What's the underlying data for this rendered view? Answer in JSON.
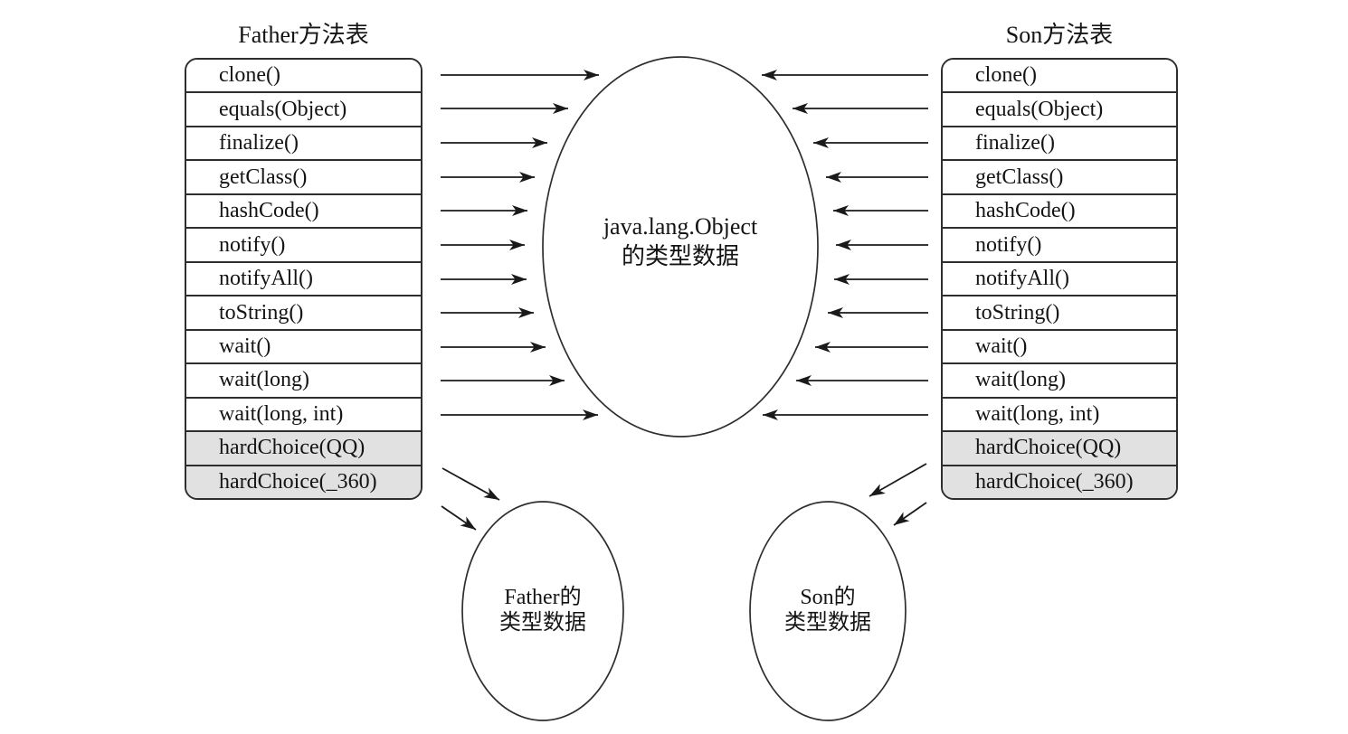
{
  "diagram": {
    "left_table": {
      "title": "Father方法表",
      "rows": [
        "clone()",
        "equals(Object)",
        "finalize()",
        "getClass()",
        "hashCode()",
        "notify()",
        "notifyAll()",
        "toString()",
        "wait()",
        "wait(long)",
        "wait(long, int)",
        "hardChoice(QQ)",
        "hardChoice(_360)"
      ]
    },
    "right_table": {
      "title": "Son方法表",
      "rows": [
        "clone()",
        "equals(Object)",
        "finalize()",
        "getClass()",
        "hashCode()",
        "notify()",
        "notifyAll()",
        "toString()",
        "wait()",
        "wait(long)",
        "wait(long, int)",
        "hardChoice(QQ)",
        "hardChoice(_360)"
      ]
    },
    "center_ellipse": {
      "line1": "java.lang.Object",
      "line2": "的类型数据"
    },
    "father_ellipse": {
      "line1": "Father的",
      "line2": "类型数据"
    },
    "son_ellipse": {
      "line1": "Son的",
      "line2": "类型数据"
    },
    "colors": {
      "background": "#ffffff",
      "border": "#2e2e2e",
      "arrow": "#1a1a1a",
      "row_highlight": "#e1e1e1",
      "text": "#141414"
    }
  }
}
